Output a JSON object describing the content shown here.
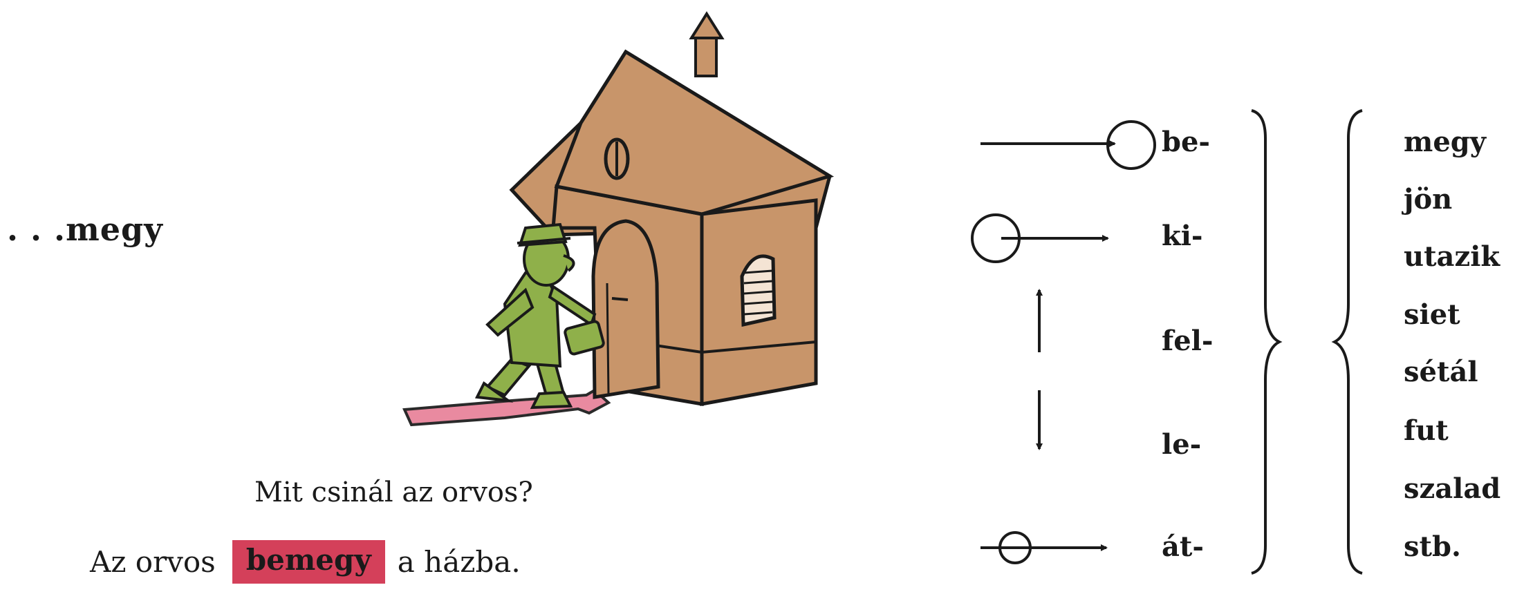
{
  "heading": ". . .megy",
  "question": "Mit csinál az orvos?",
  "sentence": {
    "before": "Az orvos",
    "highlight": "bemegy",
    "after": "a házba."
  },
  "prefixes": [
    "be-",
    "ki-",
    "fel-",
    "le-",
    "át-"
  ],
  "verbs": [
    "megy",
    "jön",
    "utazik",
    "siet",
    "sétál",
    "fut",
    "szalad",
    "stb."
  ],
  "colors": {
    "highlight": "#d4405a",
    "house": "#c8956a",
    "man": "#8fb04a",
    "path_arrow": "#e98aa0"
  },
  "illustration": "doctor-entering-house"
}
